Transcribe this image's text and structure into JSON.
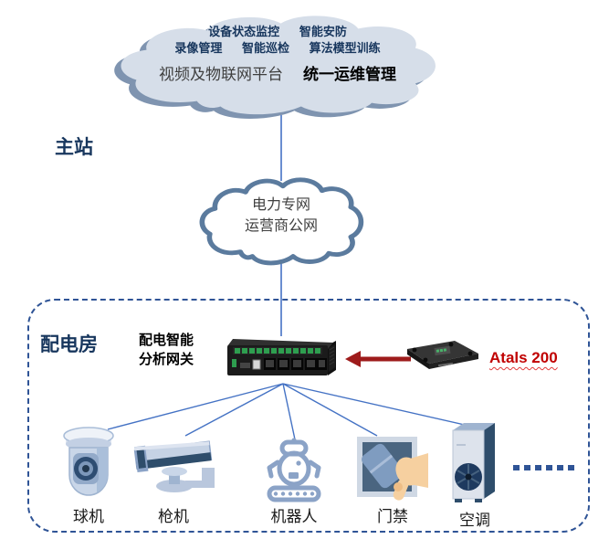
{
  "colors": {
    "navy_text": "#17365d",
    "line_blue": "#4472c4",
    "dashed_border": "#2f5496",
    "cloud_fill": "#d6dee9",
    "cloud_shadow": "#7f94b0",
    "cloud_outline": "#5b7b9e",
    "arrow_red": "#9e1b1b",
    "atals_red": "#c00000"
  },
  "main_station": {
    "label": "主站",
    "cloud_services_row1": [
      "设备状态监控",
      "智能安防"
    ],
    "cloud_services_row2": [
      "录像管理",
      "智能巡检",
      "算法模型训练"
    ],
    "platform_label": "视频及物联网平台",
    "ops_label": "统一运维管理"
  },
  "network_cloud": {
    "line1": "电力专网",
    "line2": "运营商公网"
  },
  "distribution_room": {
    "label": "配电房",
    "gateway_label_line1": "配电智能",
    "gateway_label_line2": "分析网关",
    "accelerator_label": "Atals 200",
    "devices": [
      {
        "name": "dome-camera",
        "label": "球机"
      },
      {
        "name": "bullet-camera",
        "label": "枪机"
      },
      {
        "name": "robot",
        "label": "机器人"
      },
      {
        "name": "access-control",
        "label": "门禁"
      },
      {
        "name": "air-conditioner",
        "label": "空调"
      }
    ],
    "more_devices": "......"
  }
}
